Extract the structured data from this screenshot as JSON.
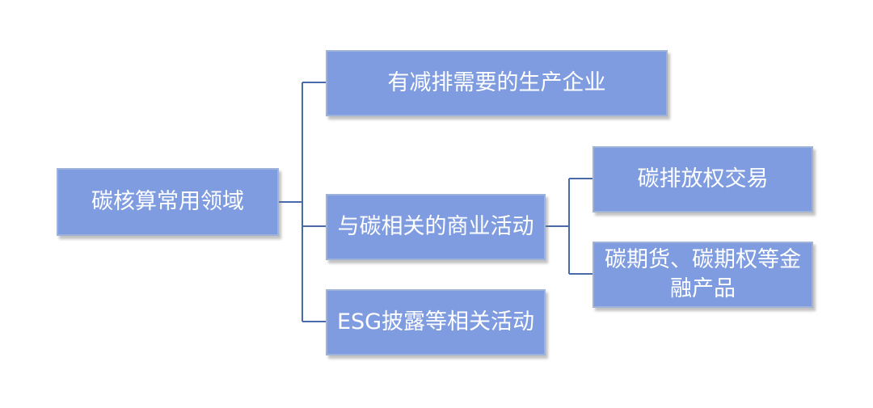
{
  "colors": {
    "box_fill": "#7f9ce0",
    "connector": "#4a6aaa"
  },
  "nodes": {
    "root": "碳核算常用领域",
    "production": "有减排需要的生产企业",
    "business": "与碳相关的商业活动",
    "esg": "ESG披露等相关活动",
    "trading": "碳排放权交易",
    "finance": "碳期货、碳期权等金融产品"
  }
}
